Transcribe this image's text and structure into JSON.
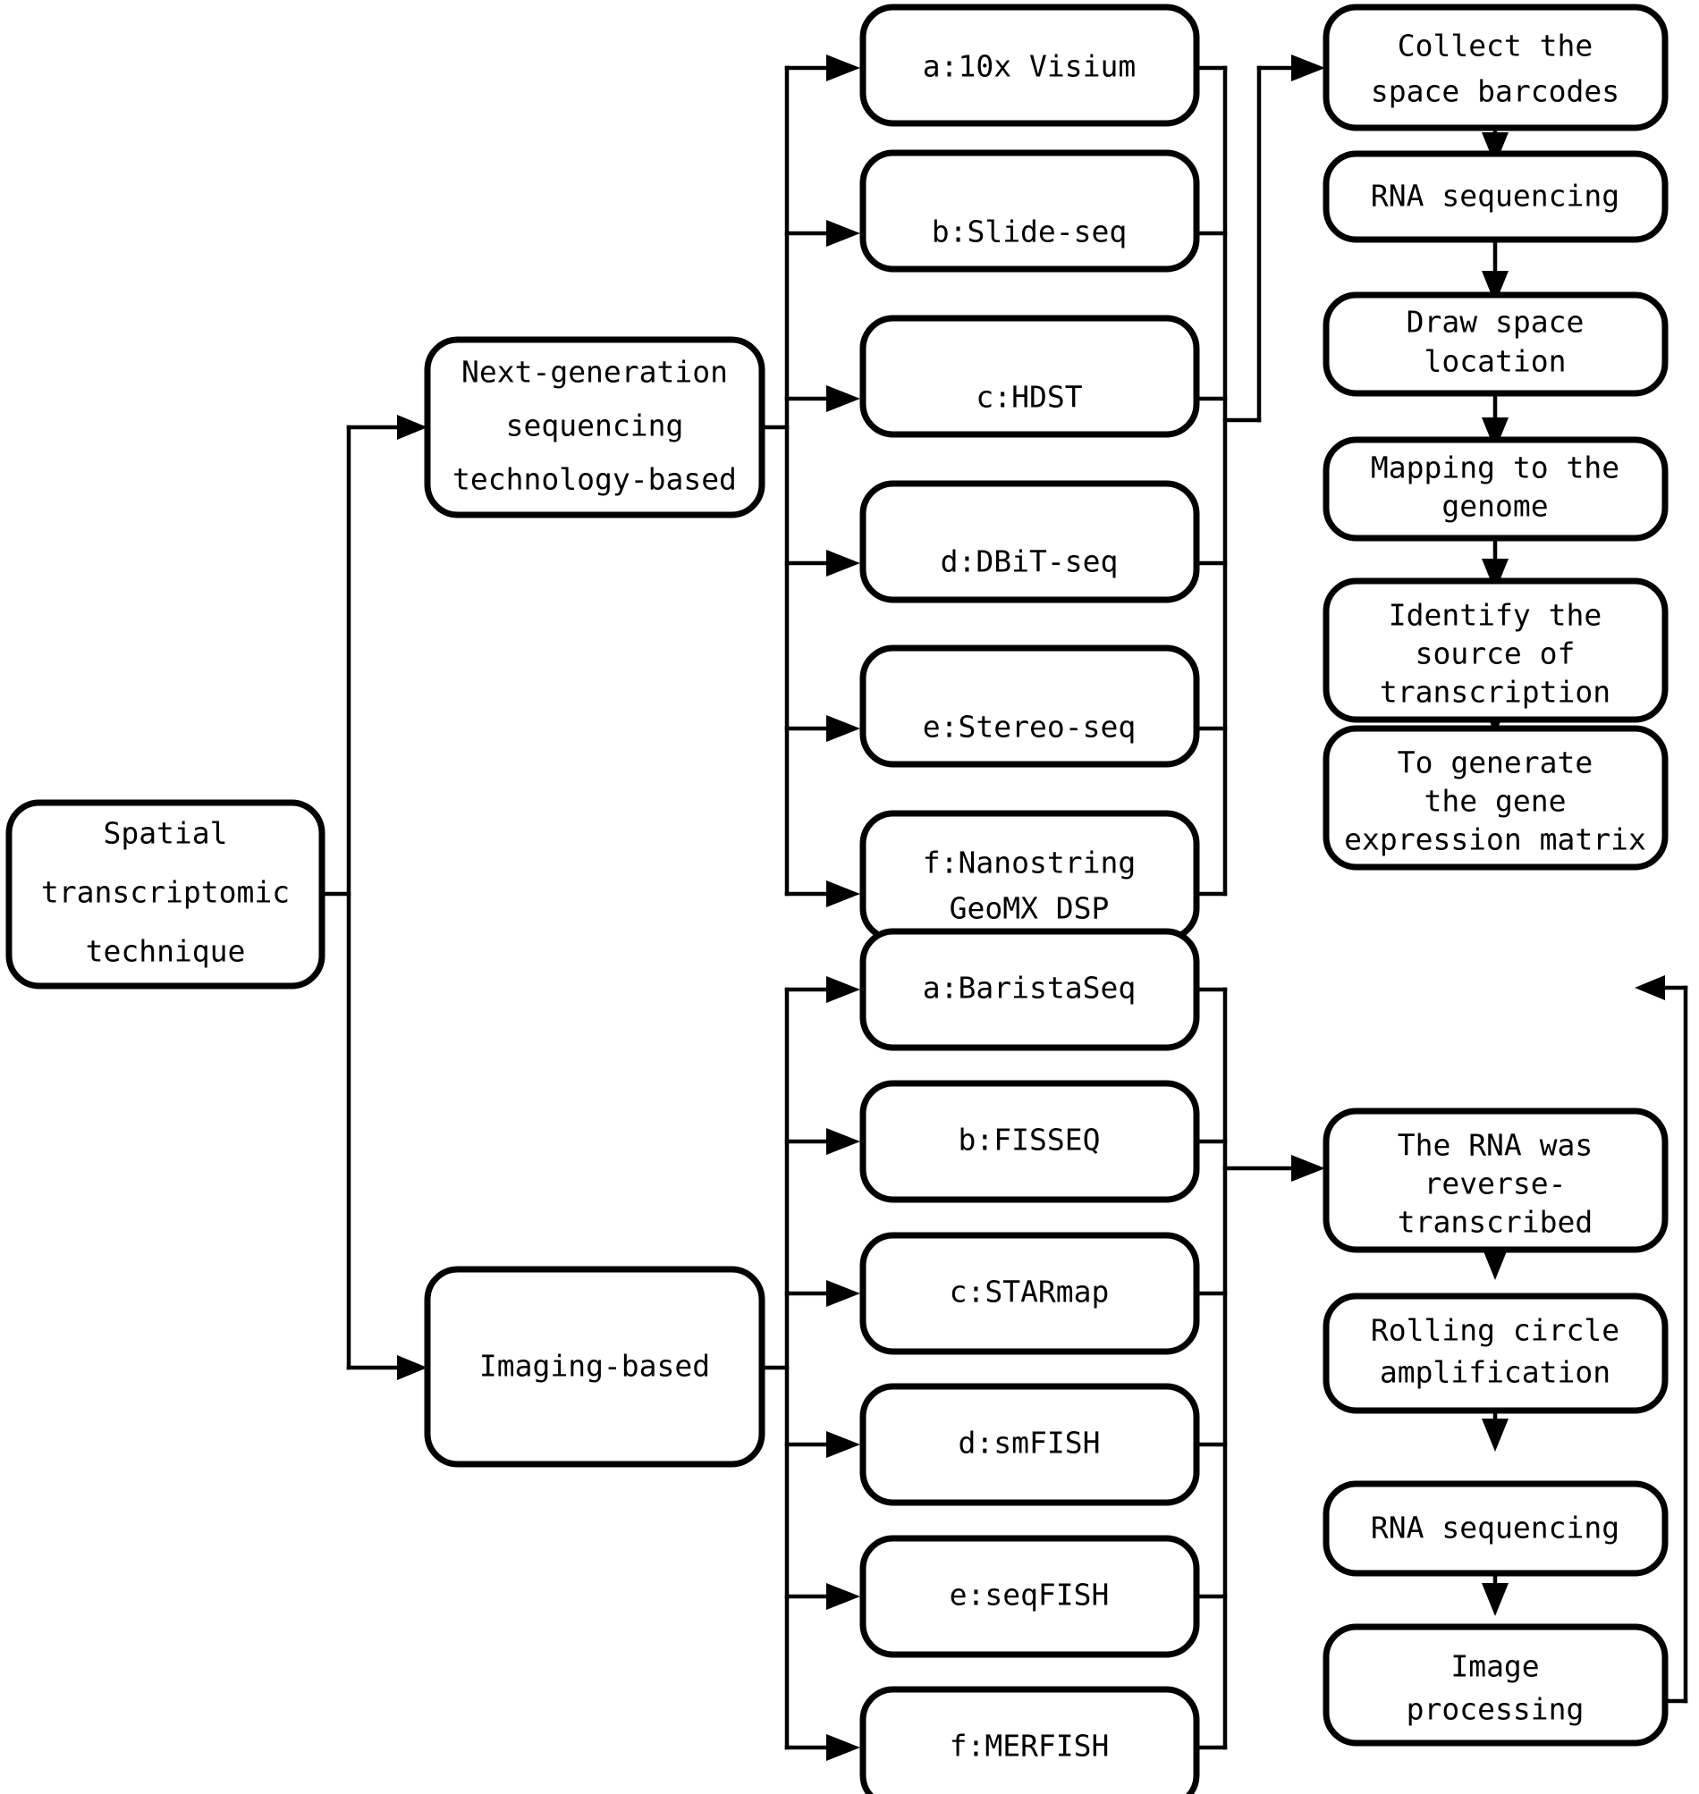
{
  "diagram": {
    "title": "Spatial transcriptomic technique workflow",
    "type": "flowchart",
    "background_color": "#ffffff",
    "line_color": "#000000",
    "node_fill": "#ffffff"
  },
  "root": {
    "id": "root",
    "label": "Spatial transcriptomic technique",
    "lines": [
      "Spatial",
      "transcriptomic",
      "technique"
    ]
  },
  "categories": [
    {
      "id": "ngs",
      "label": "Next-generation sequencing technology-based",
      "lines": [
        "Next-generation",
        "sequencing",
        "technology-based"
      ]
    },
    {
      "id": "imaging",
      "label": "Imaging-based",
      "lines": [
        "Imaging-based"
      ]
    }
  ],
  "ngs_techniques": [
    {
      "id": "ngs-a",
      "label": "a:10x Visium",
      "lines": [
        "a:10x Visium"
      ]
    },
    {
      "id": "ngs-b",
      "label": "b:Slide-seq",
      "lines": [
        "b:Slide-seq"
      ]
    },
    {
      "id": "ngs-c",
      "label": "c:HDST",
      "lines": [
        "c:HDST"
      ]
    },
    {
      "id": "ngs-d",
      "label": "d:DBiT-seq",
      "lines": [
        "d:DBiT-seq"
      ]
    },
    {
      "id": "ngs-e",
      "label": "e:Stereo-seq",
      "lines": [
        "e:Stereo-seq"
      ]
    },
    {
      "id": "ngs-f",
      "label": "f:Nanostring GeoMX DSP",
      "lines": [
        "f:Nanostring",
        "GeoMX DSP"
      ]
    }
  ],
  "imaging_techniques": [
    {
      "id": "img-a",
      "label": "a:BaristaSeq",
      "lines": [
        "a:BaristaSeq"
      ]
    },
    {
      "id": "img-b",
      "label": "b:FISSEQ",
      "lines": [
        "b:FISSEQ"
      ]
    },
    {
      "id": "img-c",
      "label": "c:STARmap",
      "lines": [
        "c:STARmap"
      ]
    },
    {
      "id": "img-d",
      "label": "d:smFISH",
      "lines": [
        "d:smFISH"
      ]
    },
    {
      "id": "img-e",
      "label": "e:seqFISH",
      "lines": [
        "e:seqFISH"
      ]
    },
    {
      "id": "img-f",
      "label": "f:MERFISH",
      "lines": [
        "f:MERFISH"
      ]
    }
  ],
  "ngs_pipeline": [
    {
      "id": "p1",
      "label": "Collect the space barcodes",
      "lines": [
        "Collect the",
        "space barcodes"
      ]
    },
    {
      "id": "p2",
      "label": "RNA sequencing",
      "lines": [
        "RNA sequencing"
      ]
    },
    {
      "id": "p3",
      "label": "Draw space location",
      "lines": [
        "Draw space",
        "location"
      ]
    },
    {
      "id": "p4",
      "label": "Mapping to the genome",
      "lines": [
        "Mapping to the",
        "genome"
      ]
    },
    {
      "id": "p5",
      "label": "Identify the source of transcription",
      "lines": [
        "Identify the",
        "source of",
        "transcription"
      ]
    },
    {
      "id": "p6",
      "label": "To generate the gene expression matrix",
      "lines": [
        "To generate",
        "the gene",
        "expression matrix"
      ]
    }
  ],
  "imaging_pipeline": [
    {
      "id": "q1",
      "label": "The RNA was reverse-transcribed",
      "lines": [
        "The RNA was",
        "reverse-",
        "transcribed"
      ]
    },
    {
      "id": "q2",
      "label": "Rolling circle amplification",
      "lines": [
        "Rolling circle",
        "amplification"
      ]
    },
    {
      "id": "q3",
      "label": "RNA sequencing",
      "lines": [
        "RNA sequencing"
      ]
    },
    {
      "id": "q4",
      "label": "Image processing",
      "lines": [
        "Image",
        "processing"
      ]
    }
  ],
  "edges": [
    {
      "from": "root",
      "to": "ngs"
    },
    {
      "from": "root",
      "to": "imaging"
    },
    {
      "from": "ngs",
      "to": "ngs-a"
    },
    {
      "from": "ngs",
      "to": "ngs-b"
    },
    {
      "from": "ngs",
      "to": "ngs-c"
    },
    {
      "from": "ngs",
      "to": "ngs-d"
    },
    {
      "from": "ngs",
      "to": "ngs-e"
    },
    {
      "from": "ngs",
      "to": "ngs-f"
    },
    {
      "from": "ngs-techniques-bus",
      "to": "p1"
    },
    {
      "from": "p1",
      "to": "p2"
    },
    {
      "from": "p2",
      "to": "p3"
    },
    {
      "from": "p3",
      "to": "p4"
    },
    {
      "from": "p4",
      "to": "p5"
    },
    {
      "from": "p5",
      "to": "p6"
    },
    {
      "from": "imaging",
      "to": "img-a"
    },
    {
      "from": "imaging",
      "to": "img-b"
    },
    {
      "from": "imaging",
      "to": "img-c"
    },
    {
      "from": "imaging",
      "to": "img-d"
    },
    {
      "from": "imaging",
      "to": "img-e"
    },
    {
      "from": "imaging",
      "to": "img-f"
    },
    {
      "from": "imaging-techniques-bus",
      "to": "q1"
    },
    {
      "from": "q1",
      "to": "q2"
    },
    {
      "from": "q2",
      "to": "q3"
    },
    {
      "from": "q3",
      "to": "q4"
    },
    {
      "from": "q4",
      "to": "p6"
    }
  ]
}
